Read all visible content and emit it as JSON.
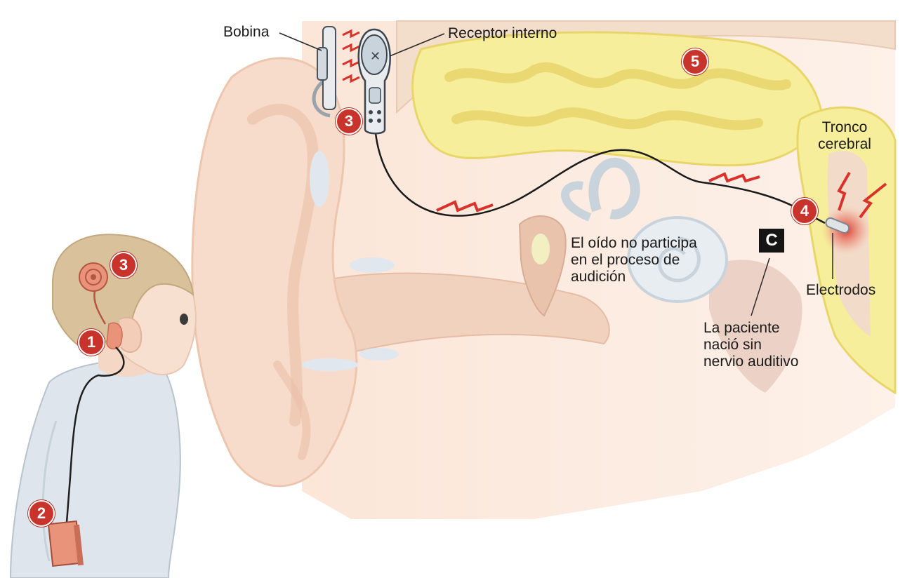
{
  "labels": {
    "bobina": "Bobina",
    "receptor": "Receptor interno",
    "tronco_line1": "Tronco",
    "tronco_line2": "cerebral",
    "electrodos": "Electrodos",
    "oido_line1": "El oído no participa",
    "oido_line2": "en el proceso de",
    "oido_line3": "audición",
    "paciente_line1": "La paciente",
    "paciente_line2": "nació sin",
    "paciente_line3": "nervio auditivo"
  },
  "badges": {
    "head_3": "3",
    "ear_1": "1",
    "processor_2": "2",
    "receiver_3": "3",
    "electrode_4": "4",
    "brain_5": "5",
    "callout_c": "C"
  },
  "colors": {
    "badge_red": "#c8332b",
    "signal_red": "#d9322a",
    "skin": "#f3d3bf",
    "brain_yellow": "#f6ee9a",
    "shirt": "#dfe5ec",
    "hair": "#d8c19b",
    "processor": "#e8937a"
  }
}
